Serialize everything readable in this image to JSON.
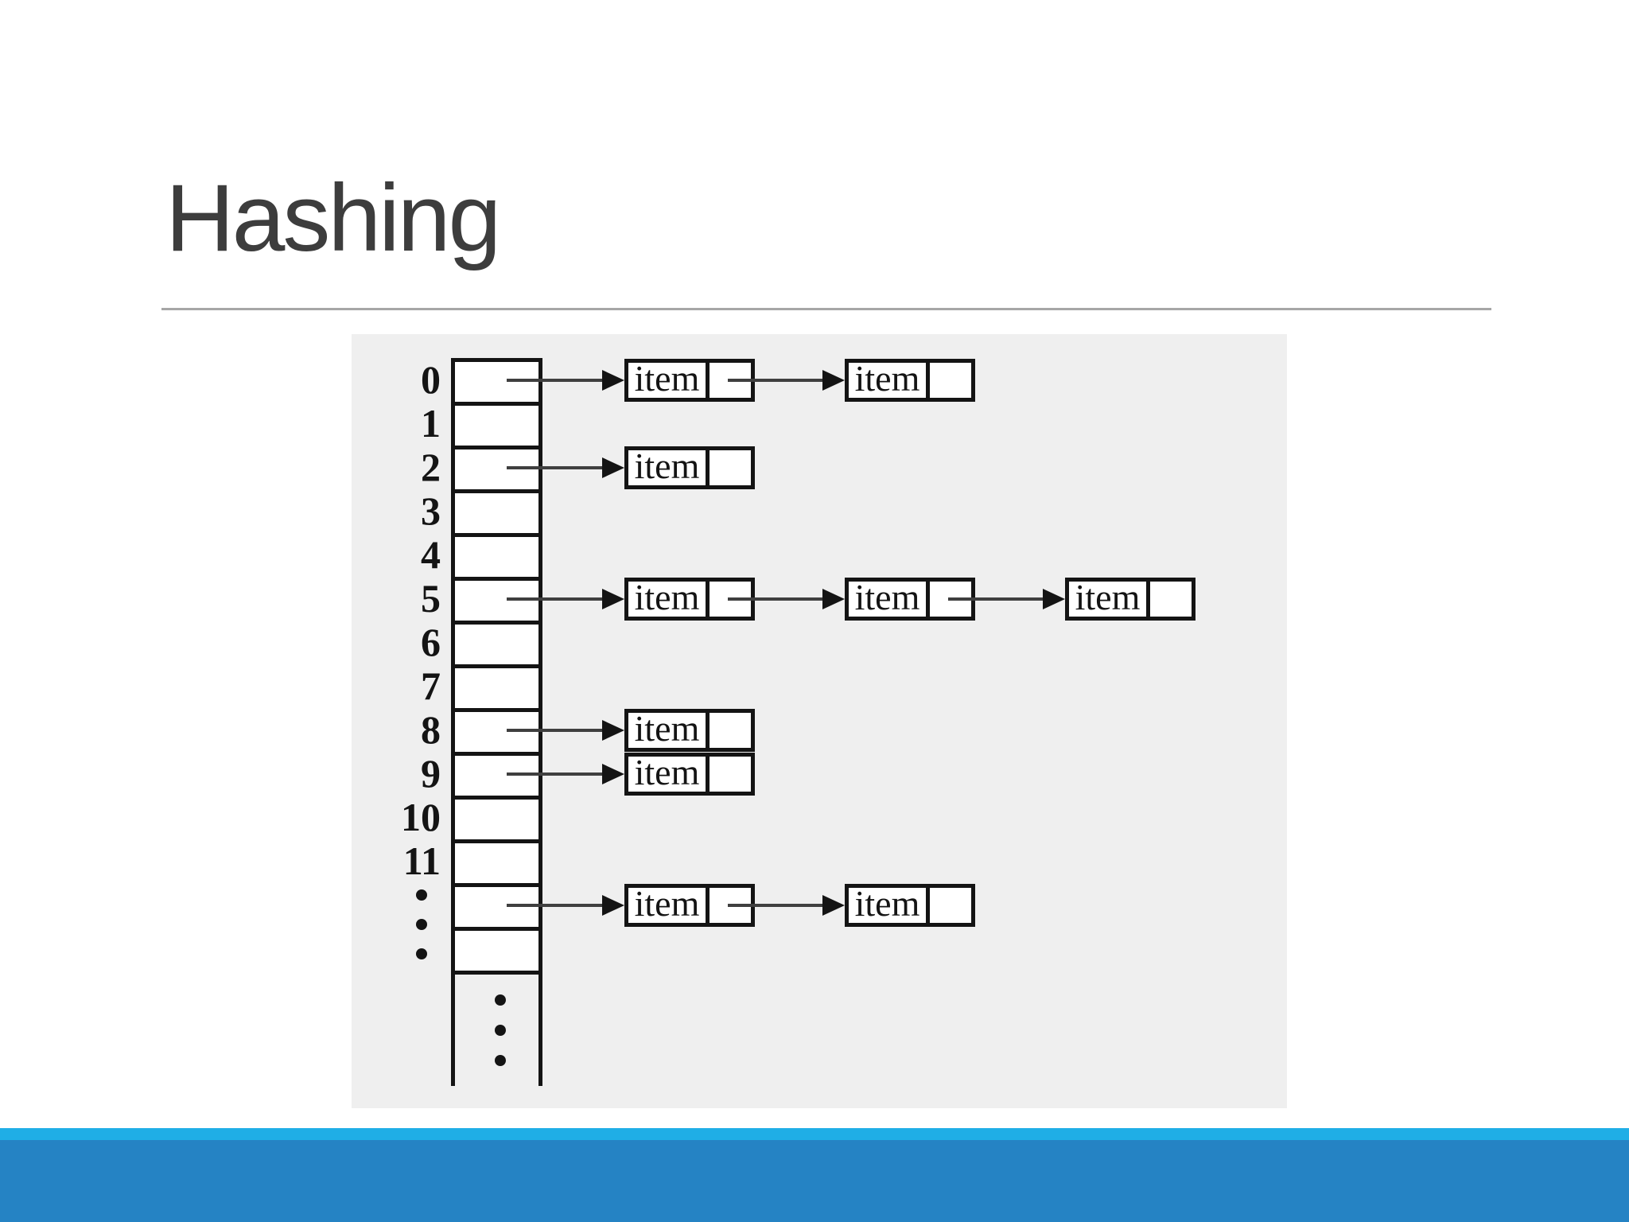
{
  "slide": {
    "title": "Hashing"
  },
  "footer": {
    "light_bar_color": "#1faee6",
    "dark_bar_color": "#2583c4"
  },
  "diagram": {
    "background_color": "#efefef",
    "line_color": "#141414",
    "arrow_color": "#3f3f3f",
    "bucket_labels": [
      "0",
      "1",
      "2",
      "3",
      "4",
      "5",
      "6",
      "7",
      "8",
      "9",
      "10",
      "11"
    ],
    "unlabeled_bucket_rows": 2,
    "label_ellipsis_dots": 3,
    "open_end_ellipsis_dots": 3,
    "node_label": "item",
    "chains": [
      {
        "bucket": "0",
        "row": 0,
        "node_count": 2
      },
      {
        "bucket": "2",
        "row": 2,
        "node_count": 1
      },
      {
        "bucket": "5",
        "row": 5,
        "node_count": 3
      },
      {
        "bucket": "8",
        "row": 8,
        "node_count": 1
      },
      {
        "bucket": "9",
        "row": 9,
        "node_count": 1
      },
      {
        "bucket": "⋮",
        "row": 12,
        "node_count": 2
      }
    ]
  }
}
